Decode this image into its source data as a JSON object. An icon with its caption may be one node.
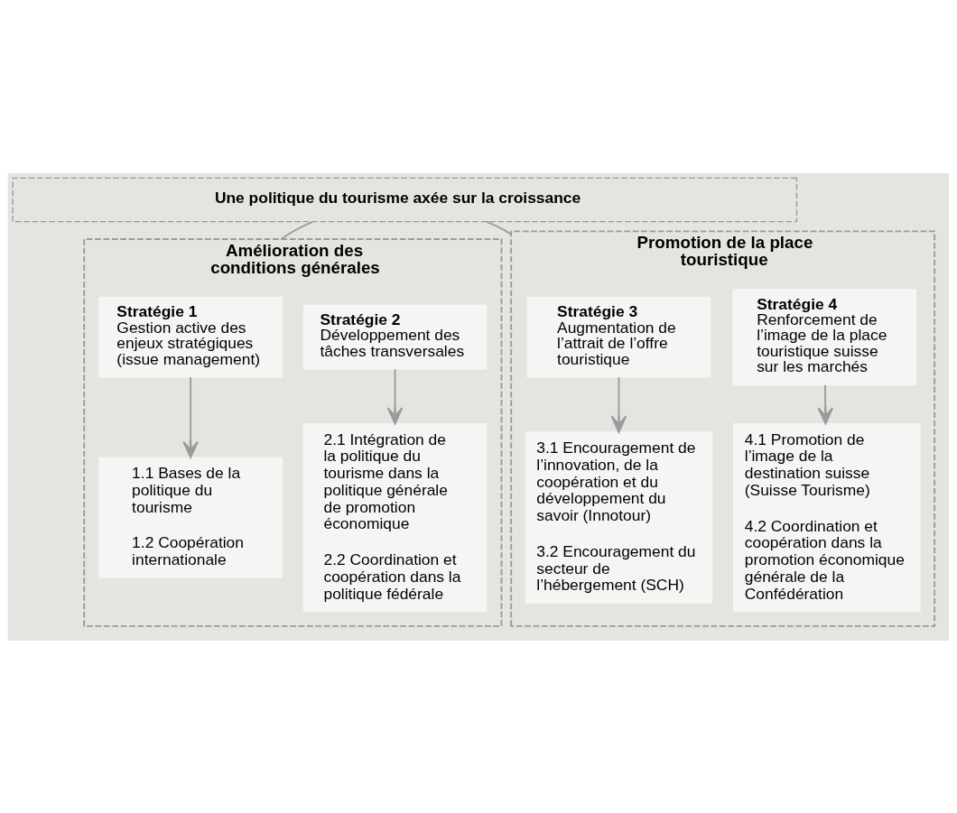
{
  "diagram": {
    "nodes": [
      {
        "text": [
          "Une politique du tourisme axée sur la croissance"
        ]
      },
      {
        "text": [
          "Amélioration des conditions générales"
        ]
      },
      {
        "text": [
          "Promotion de la place touristique"
        ]
      },
      {
        "text": [
          "Stratégie 1",
          "Gestion active des enjeux stratégiques (issue management)"
        ],
        "in": 1
      },
      {
        "text": [
          "Stratégie 2",
          "Développement des tâches transversales"
        ],
        "in": 1
      },
      {
        "text": [
          "1.1 Bases de la politique du tourisme",
          "1.2 Coopération internationale"
        ],
        "in": 1
      },
      {
        "text": [
          "2.1 Intégration de la politique du tourisme dans la politique générale de promotion économique",
          "2.2 Coordination et coopération dans la politique fédérale"
        ],
        "in": 1
      },
      {
        "text": [
          "Stratégie 3",
          "Augmentation de l’attrait de l’offre touristique"
        ],
        "in": 2
      },
      {
        "text": [
          "Stratégie 4",
          "Renforcement de l’image de la place touristique suisse sur les marchés"
        ],
        "in": 2
      },
      {
        "text": [
          "3.1 Encouragement de l’innovation, de la coopération et du développement du savoir (Innotour)",
          "3.2 Encouragement du secteur de l’hébergement (SCH)"
        ],
        "in": 2
      },
      {
        "text": [
          "4.1 Promotion de l’image de la destination suisse (Suisse Tourisme)",
          "4.2 Coordination et coopération dans la promotion économique générale de la Confédération"
        ],
        "in": 2
      }
    ],
    "edges": [
      {
        "from": 0,
        "to": 1,
        "arrow": "none"
      },
      {
        "from": 0,
        "to": 2,
        "arrow": "none"
      },
      {
        "from": 3,
        "to": 5,
        "arrow": "to"
      },
      {
        "from": 4,
        "to": 6,
        "arrow": "to"
      },
      {
        "from": 7,
        "to": 9,
        "arrow": "to"
      },
      {
        "from": 8,
        "to": 10,
        "arrow": "to"
      }
    ]
  }
}
